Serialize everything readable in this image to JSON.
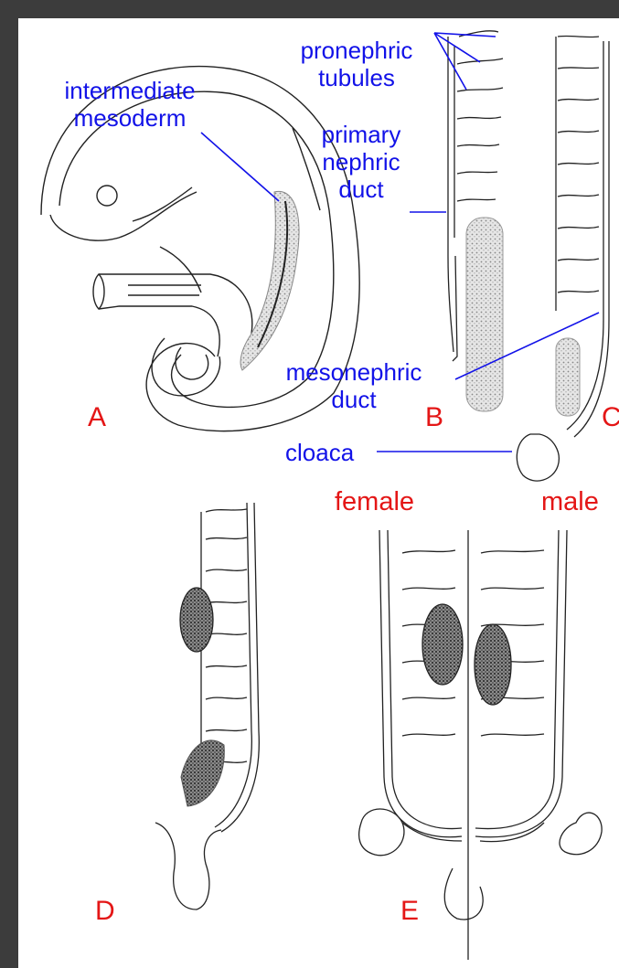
{
  "labels": {
    "intermediate_mesoderm": [
      "intermediate",
      "mesoderm"
    ],
    "pronephric_tubules": [
      "pronephric",
      "tubules"
    ],
    "primary_nephric_duct": [
      "primary",
      "nephric",
      "duct"
    ],
    "mesonephric_duct": [
      "mesonephric",
      "duct"
    ],
    "cloaca": "cloaca"
  },
  "sex_labels": {
    "female": "female",
    "male": "male"
  },
  "panels": {
    "A": "A",
    "B": "B",
    "C": "C",
    "D": "D",
    "E": "E"
  },
  "colors": {
    "label_text": "#1212e8",
    "panel_text": "#e41616",
    "leader_line": "#1212e8",
    "drawing": "#222222",
    "border": "#3c3c3c"
  }
}
